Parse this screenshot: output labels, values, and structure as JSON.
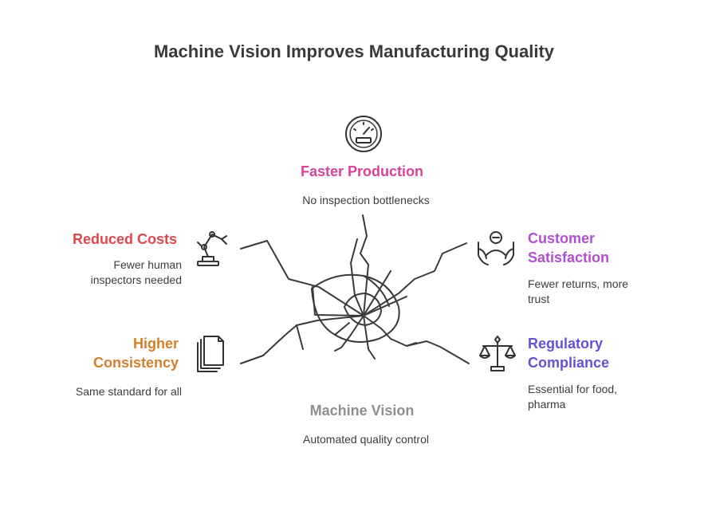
{
  "title": "Machine Vision Improves Manufacturing Quality",
  "center": {
    "heading": "Machine Vision",
    "description": "Automated quality control"
  },
  "items": {
    "faster_production": {
      "heading": "Faster Production",
      "description": "No inspection bottlenecks",
      "color": "#d9439a",
      "icon": "speedometer-icon"
    },
    "reduced_costs": {
      "heading": "Reduced Costs",
      "description_line1": "Fewer human",
      "description_line2": "inspectors needed",
      "color": "#e0474c",
      "icon": "robot-arm-icon"
    },
    "higher_consistency": {
      "heading_line1": "Higher",
      "heading_line2": "Consistency",
      "description": "Same standard for all",
      "color": "#d67f2a",
      "icon": "stacked-documents-icon"
    },
    "customer_satisfaction": {
      "heading_line1": "Customer",
      "heading_line2": "Satisfaction",
      "description_line1": "Fewer returns, more",
      "description_line2": "trust",
      "color": "#b24fcf",
      "icon": "person-in-hands-icon"
    },
    "regulatory_compliance": {
      "heading_line1": "Regulatory",
      "heading_line2": "Compliance",
      "description_line1": "Essential for food,",
      "description_line2": "pharma",
      "color": "#6a4fd6",
      "icon": "balance-scale-icon"
    }
  },
  "center_color": "#8e8e8e"
}
